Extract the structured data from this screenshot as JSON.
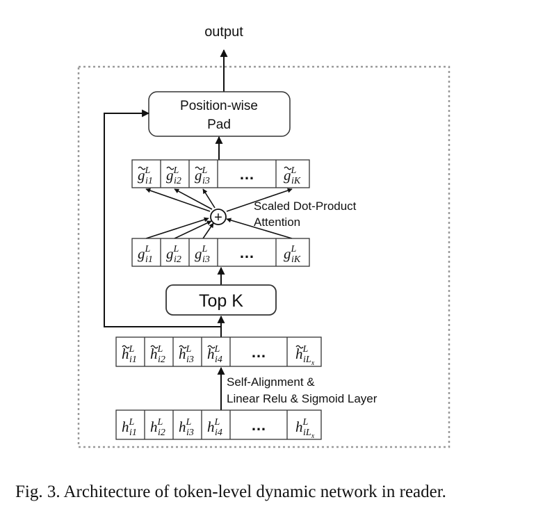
{
  "output_label": "output",
  "pad_box": {
    "line1": "Position-wise",
    "line2": "Pad"
  },
  "topk_box": {
    "label": "Top K"
  },
  "attention_label": {
    "line1": "Scaled Dot-Product",
    "line2": "Attention"
  },
  "oplus_symbol": "+",
  "self_alignment_label": {
    "line1": "Self-Alignment &",
    "line2": "Linear Relu & Sigmoid Layer"
  },
  "ellipsis": "…",
  "g_tilde_cells": [
    {
      "base": "g",
      "tilde": true,
      "sup": "L",
      "sub": "i1"
    },
    {
      "base": "g",
      "tilde": true,
      "sup": "L",
      "sub": "i2"
    },
    {
      "base": "g",
      "tilde": true,
      "sup": "L",
      "sub": "i3"
    },
    {
      "base": "g",
      "tilde": true,
      "sup": "L",
      "sub": "iK"
    }
  ],
  "g_cells": [
    {
      "base": "g",
      "tilde": false,
      "sup": "L",
      "sub": "i1"
    },
    {
      "base": "g",
      "tilde": false,
      "sup": "L",
      "sub": "i2"
    },
    {
      "base": "g",
      "tilde": false,
      "sup": "L",
      "sub": "i3"
    },
    {
      "base": "g",
      "tilde": false,
      "sup": "L",
      "sub": "iK"
    }
  ],
  "h_tilde_cells": [
    {
      "base": "h",
      "tilde": true,
      "sup": "L",
      "sub": "i1"
    },
    {
      "base": "h",
      "tilde": true,
      "sup": "L",
      "sub": "i2"
    },
    {
      "base": "h",
      "tilde": true,
      "sup": "L",
      "sub": "i3"
    },
    {
      "base": "h",
      "tilde": true,
      "sup": "L",
      "sub": "i4"
    },
    {
      "base": "h",
      "tilde": true,
      "sup": "L",
      "sub": "iL",
      "subsub": "x"
    }
  ],
  "h_cells": [
    {
      "base": "h",
      "tilde": false,
      "sup": "L",
      "sub": "i1"
    },
    {
      "base": "h",
      "tilde": false,
      "sup": "L",
      "sub": "i2"
    },
    {
      "base": "h",
      "tilde": false,
      "sup": "L",
      "sub": "i3"
    },
    {
      "base": "h",
      "tilde": false,
      "sup": "L",
      "sub": "i4"
    },
    {
      "base": "h",
      "tilde": false,
      "sup": "L",
      "sub": "iL",
      "subsub": "x"
    }
  ],
  "caption": "Fig. 3.  Architecture of token-level dynamic network in reader."
}
